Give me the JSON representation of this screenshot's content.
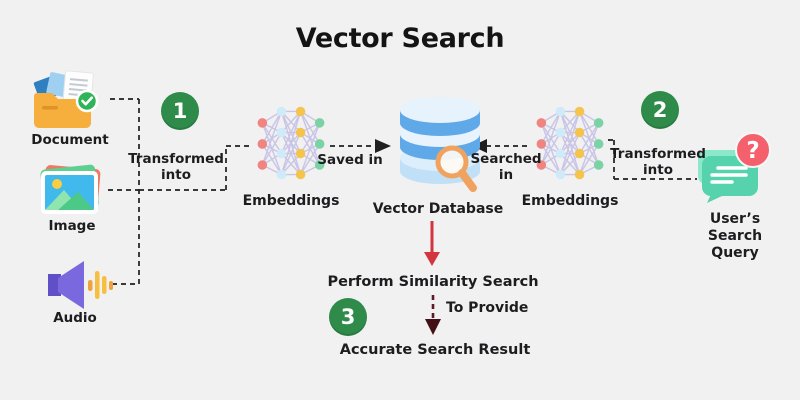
{
  "title": "Vector Search",
  "sources": [
    {
      "label": "Document",
      "icon": "document-folder-check-icon"
    },
    {
      "label": "Image",
      "icon": "image-photo-stack-icon"
    },
    {
      "label": "Audio",
      "icon": "audio-speaker-icon"
    }
  ],
  "steps": {
    "one": "1",
    "two": "2",
    "three": "3"
  },
  "labels": {
    "transformed_into_left": "Transformed\ninto",
    "embeddings_left": "Embeddings",
    "saved_in": "Saved in",
    "vector_database": "Vector Database",
    "searched_in": "Searched\nin",
    "embeddings_right": "Embeddings",
    "transformed_into_right": "Transformed\ninto",
    "user_query": "User’s\nSearch\nQuery",
    "perform_similarity_search": "Perform Similarity Search",
    "to_provide": "To Provide",
    "accurate_search_result": "Accurate Search Result",
    "question_mark": "?"
  },
  "icons": {
    "embeddings": "neural-network-icon",
    "database": "database-cylinder-icon",
    "magnifier": "magnifier-icon",
    "query": "chat-bubble-question-icon"
  },
  "colors": {
    "background": "#F1F1F2",
    "badge_green": "#2E8B4A",
    "connector_black": "#1F1F1F",
    "arrow_red": "#D23440",
    "arrow_maroon": "#5D1B22",
    "database_blue": "#5FA9E9",
    "magnifier_orange": "#F0A35E",
    "bubble_teal": "#56D2AD",
    "question_red": "#F4616D",
    "nn_line_lavender": "#C9C5E6"
  }
}
